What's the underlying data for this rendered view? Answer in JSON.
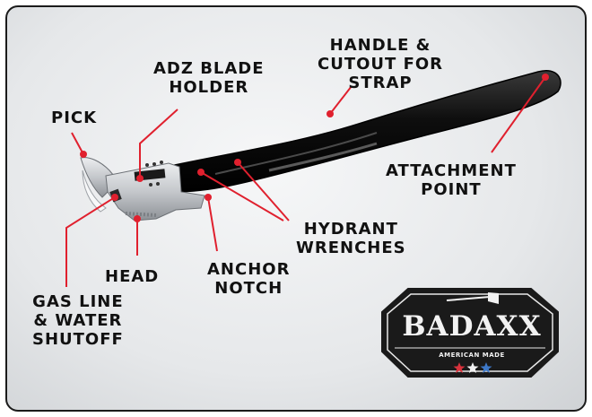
{
  "labels": {
    "handle": "HANDLE &\nCUTOUT FOR\nSTRAP",
    "adz": "ADZ BLADE\nHOLDER",
    "pick": "PICK",
    "attachment": "ATTACHMENT\nPOINT",
    "hydrant": "HYDRANT\nWRENCHES",
    "head": "HEAD",
    "anchor": "ANCHOR\nNOTCH",
    "gas": "GAS LINE\n& WATER\nSHUTOFF"
  },
  "logo": {
    "wordmark": "BADAXX",
    "tagline": "AMERICAN MADE"
  },
  "colors": {
    "pointer": "#e0202e",
    "handle": "#111111",
    "metal": "#c9ccd0",
    "logo_bg": "#1a1a1a",
    "star_red": "#d8323c",
    "star_blue": "#3d78c8"
  }
}
